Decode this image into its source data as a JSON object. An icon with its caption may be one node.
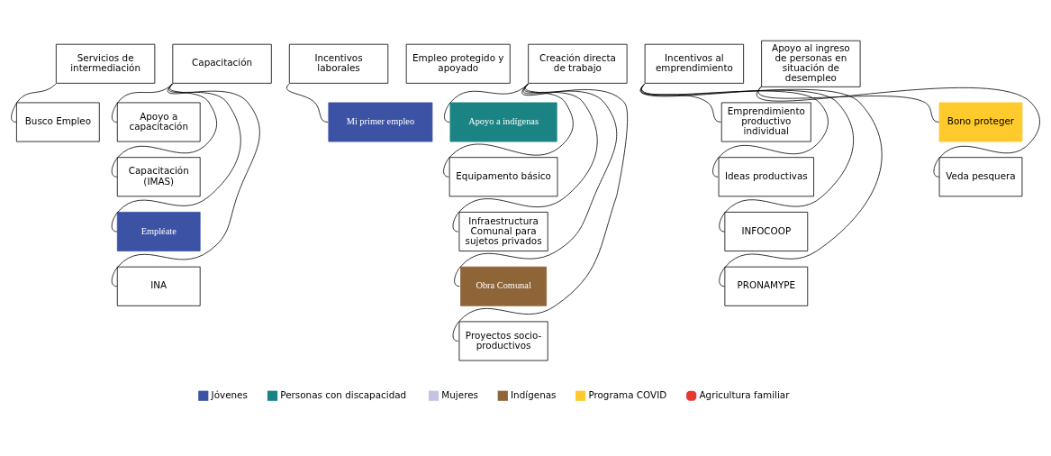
{
  "diagram": {
    "nodes": [
      {
        "text": [
          "Servicios de intermediación"
        ]
      },
      {
        "text": [
          "Busco Empleo"
        ]
      },
      {
        "text": [
          "Capacitación"
        ]
      },
      {
        "text": [
          "Apoyo a capacitación"
        ]
      },
      {
        "text": [
          "Capacitación (IMAS)"
        ]
      },
      {
        "text": [
          "Empléate"
        ]
      },
      {
        "text": [
          "INA"
        ]
      },
      {
        "text": [
          "Incentivos laborales"
        ]
      },
      {
        "text": [
          "Mi primer empleo"
        ]
      },
      {
        "text": [
          "Empleo protegido y apoyado"
        ]
      },
      {
        "text": [
          "Creación directa de trabajo"
        ]
      },
      {
        "text": [
          "Apoyo a indígenas"
        ]
      },
      {
        "text": [
          "Equipamento básico"
        ]
      },
      {
        "text": [
          "Infraestructura Comunal para sujetos privados"
        ]
      },
      {
        "text": [
          "Obra Comunal"
        ]
      },
      {
        "text": [
          "Proyectos socio-productivos"
        ]
      },
      {
        "text": [
          "Incentivos al emprendimiento"
        ]
      },
      {
        "text": [
          "Emprendimiento productivo individual"
        ]
      },
      {
        "text": [
          "Ideas productivas"
        ]
      },
      {
        "text": [
          "INFOCOOP"
        ]
      },
      {
        "text": [
          "PRONAMYPE"
        ]
      },
      {
        "text": [
          "Apoyo al ingreso de personas en situación de desempleo"
        ]
      },
      {
        "text": [
          "Bono proteger"
        ]
      },
      {
        "text": [
          "Veda pesquera"
        ]
      }
    ],
    "edges": [
      {
        "from": 0,
        "to": 1,
        "arrow": "none"
      },
      {
        "from": 2,
        "to": 3,
        "arrow": "none"
      },
      {
        "from": 2,
        "to": 4,
        "arrow": "none"
      },
      {
        "from": 2,
        "to": 5,
        "arrow": "none"
      },
      {
        "from": 2,
        "to": 6,
        "arrow": "none"
      },
      {
        "from": 7,
        "to": 8,
        "arrow": "none"
      },
      {
        "from": 10,
        "to": 11,
        "arrow": "none"
      },
      {
        "from": 10,
        "to": 12,
        "arrow": "none"
      },
      {
        "from": 10,
        "to": 13,
        "arrow": "none"
      },
      {
        "from": 10,
        "to": 14,
        "arrow": "none"
      },
      {
        "from": 10,
        "to": 15,
        "arrow": "none"
      },
      {
        "from": 16,
        "to": 17,
        "arrow": "none"
      },
      {
        "from": 16,
        "to": 18,
        "arrow": "none"
      },
      {
        "from": 16,
        "to": 19,
        "arrow": "none"
      },
      {
        "from": 16,
        "to": 20,
        "arrow": "none"
      },
      {
        "from": 21,
        "to": 22,
        "arrow": "none"
      },
      {
        "from": 21,
        "to": 23,
        "arrow": "none"
      }
    ],
    "legend": [
      {
        "text": "Jóvenes",
        "color": "#3c52a4"
      },
      {
        "text": "Personas con discapacidad",
        "color": "#1b8384"
      },
      {
        "text": "Mujeres",
        "color": "#c4c3e3"
      },
      {
        "text": "Indígenas",
        "color": "#8f6538"
      },
      {
        "text": "Programa COVID",
        "color": "#ffca2c"
      },
      {
        "text": "Agricultura familiar",
        "color": "#e8372e"
      }
    ]
  }
}
